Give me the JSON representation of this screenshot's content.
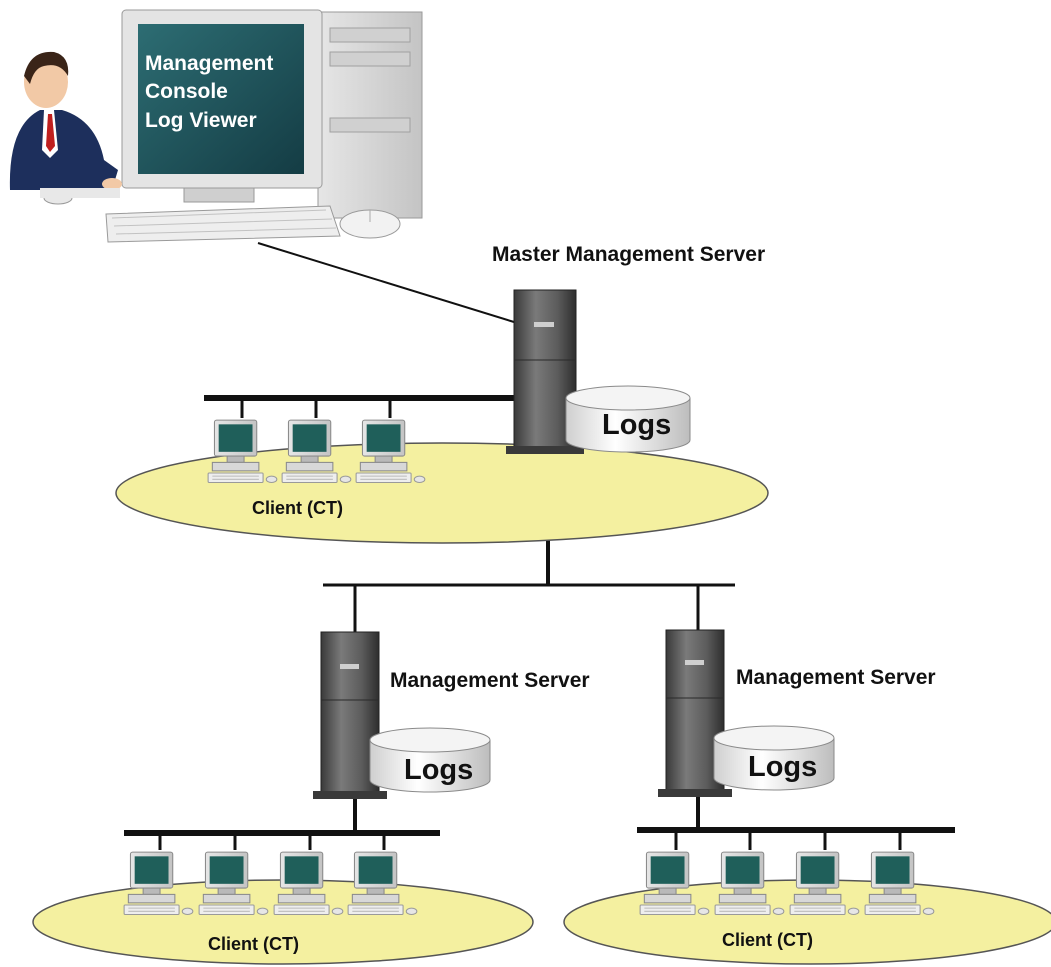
{
  "console": {
    "screen_lines": [
      "Management",
      "Console",
      "Log Viewer"
    ]
  },
  "master": {
    "label": "Master Management  Server",
    "logs_label": "Logs",
    "client_label": "Client (CT)"
  },
  "servers": [
    {
      "label": "Management  Server",
      "logs_label": "Logs",
      "client_label": "Client (CT)"
    },
    {
      "label": "Management  Server",
      "logs_label": "Logs",
      "client_label": "Client (CT)"
    }
  ],
  "colors": {
    "segment_fill": "#f4f0a0",
    "monitor_screen": "#1f5f5a",
    "server_body": "#5a5a5a",
    "console_screen": "#1e4f57"
  }
}
